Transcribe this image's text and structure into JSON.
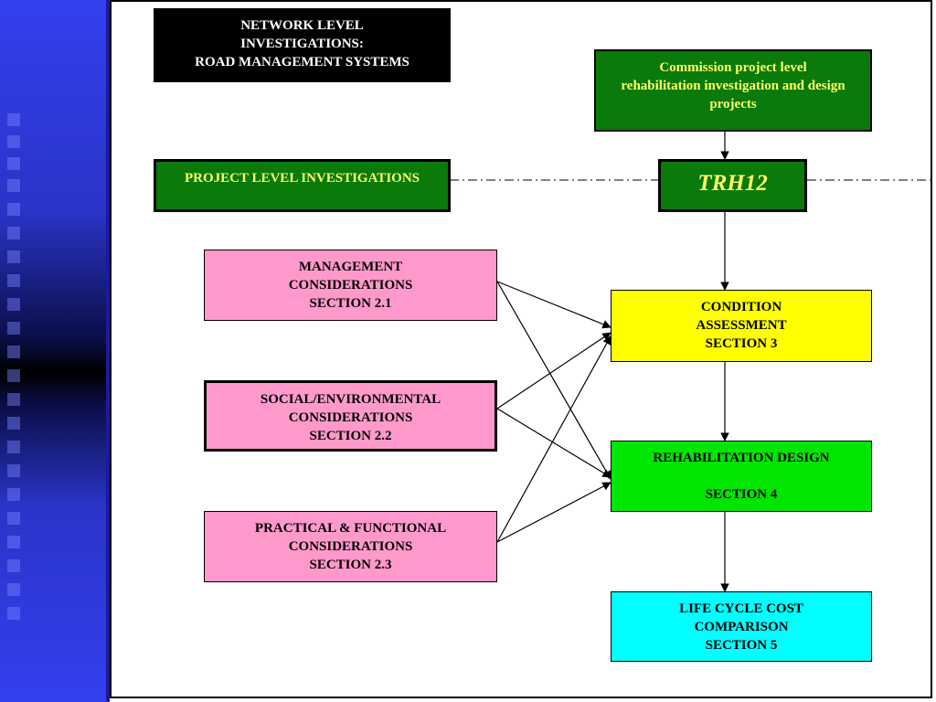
{
  "colors": {
    "black_box": "#000000",
    "dark_green": "#0a7a0a",
    "pale_yellow_text": "#ffff66",
    "pink": "#ff99cc",
    "yellow": "#ffff00",
    "bright_green": "#00e600",
    "cyan": "#00ffff",
    "sidebar_blue": "#3340ee"
  },
  "boxes": {
    "network": {
      "lines": [
        "NETWORK LEVEL",
        "INVESTIGATIONS:",
        "ROAD MANAGEMENT SYSTEMS"
      ]
    },
    "commission": {
      "lines": [
        "Commission project level",
        "rehabilitation investigation and design",
        "projects"
      ]
    },
    "project_level": {
      "lines": [
        "PROJECT LEVEL INVESTIGATIONS"
      ]
    },
    "trh12": {
      "label": "TRH12"
    },
    "management": {
      "lines": [
        "MANAGEMENT",
        "CONSIDERATIONS",
        "SECTION 2.1"
      ]
    },
    "social": {
      "lines": [
        "SOCIAL/ENVIRONMENTAL",
        "CONSIDERATIONS",
        "SECTION 2.2"
      ]
    },
    "practical": {
      "lines": [
        "PRACTICAL & FUNCTIONAL",
        "CONSIDERATIONS",
        "SECTION 2.3"
      ]
    },
    "condition": {
      "lines": [
        "CONDITION",
        "ASSESSMENT",
        "SECTION 3"
      ]
    },
    "rehab": {
      "lines": [
        "REHABILITATION DESIGN",
        "",
        "SECTION 4"
      ]
    },
    "lifecycle": {
      "lines": [
        "LIFE CYCLE COST",
        "COMPARISON",
        "SECTION 5"
      ]
    }
  }
}
